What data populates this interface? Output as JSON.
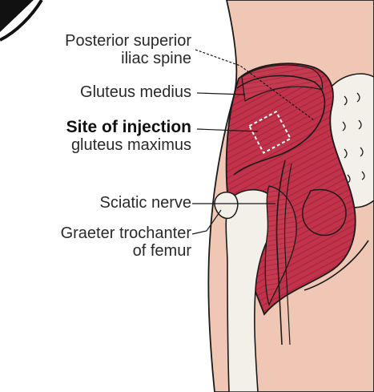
{
  "figure": {
    "colors": {
      "skin": "#efc7b4",
      "skin_outline": "#1a1a1a",
      "muscle": "#c0334a",
      "muscle_striation": "#9e1f35",
      "bone": "#f3f0ea",
      "injection_site_outline": "#ffffff",
      "corner_badge": "#111111"
    },
    "labels": {
      "psis_line1": "Posterior superior",
      "psis_line2": "iliac spine",
      "gluteus_medius": "Gluteus medius",
      "site_of_injection": "Site of injection",
      "gluteus_maximus": "gluteus maximus",
      "sciatic_nerve": "Sciatic nerve",
      "trochanter_line1": "Graeter trochanter",
      "trochanter_line2": "of femur"
    }
  }
}
